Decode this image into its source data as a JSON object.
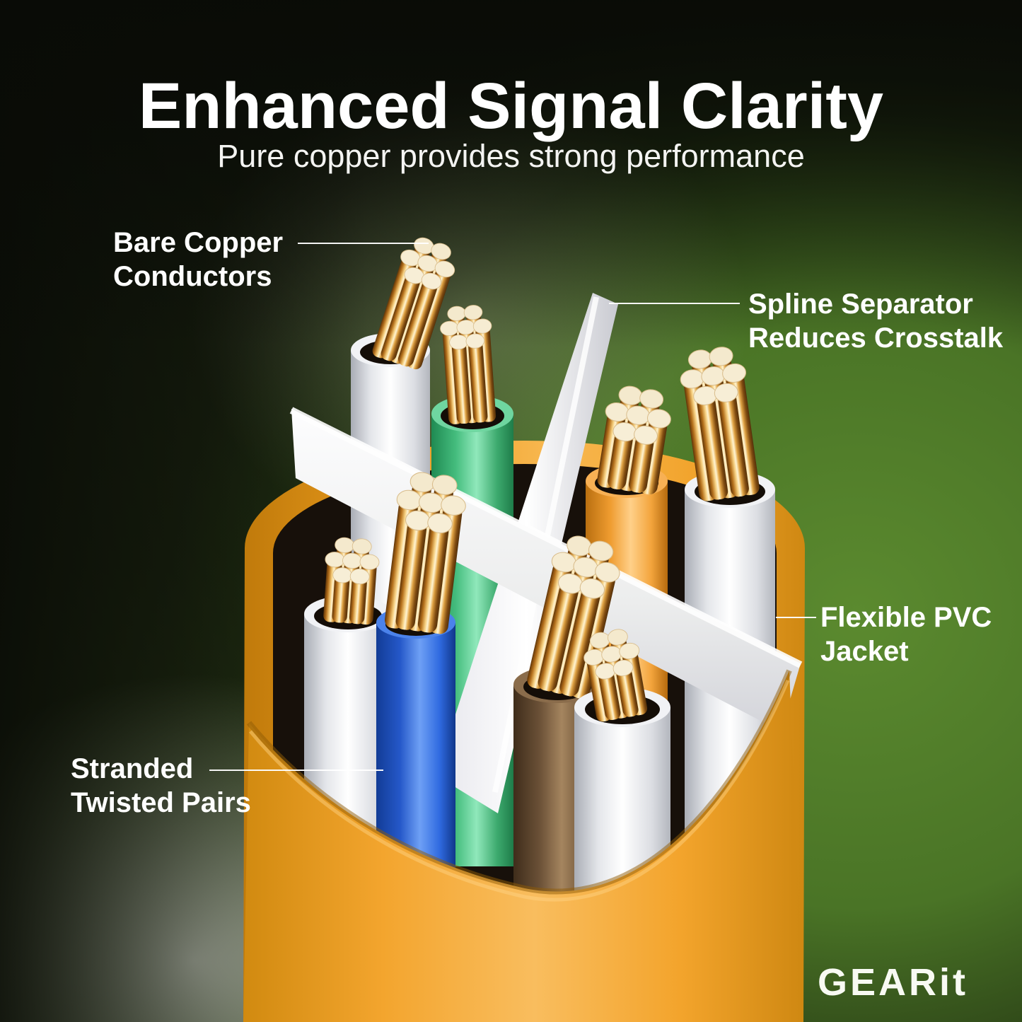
{
  "header": {
    "title": "Enhanced Signal Clarity",
    "subtitle": "Pure copper provides strong performance"
  },
  "annotations": {
    "bare_copper": {
      "line1": "Bare Copper",
      "line2": "Conductors"
    },
    "spline": {
      "line1": "Spline Separator",
      "line2": "Reduces Crosstalk"
    },
    "pvc": {
      "line1": "Flexible PVC",
      "line2": "Jacket"
    },
    "stranded": {
      "line1": "Stranded",
      "line2": "Twisted Pairs"
    }
  },
  "logo": "GEARit",
  "colors": {
    "jacket_orange": "#F2A42D",
    "background_green": "#4E7B27",
    "background_dark": "#0B0E08",
    "spline_white": "#F5F5F7",
    "copper_gold": "#D99B3C",
    "strand_tip_cream": "#F4E9CD",
    "pair_blue": "#2F6AE0",
    "pair_green": "#55C98C",
    "pair_brown": "#7C5F41",
    "pair_orange": "#F3A43C",
    "text": "#FFFFFF"
  }
}
